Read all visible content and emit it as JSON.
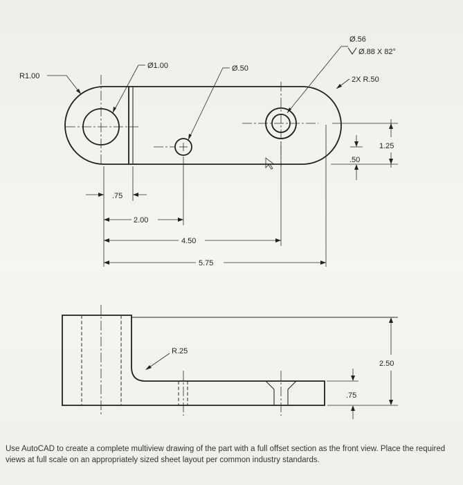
{
  "dimensions": {
    "r_left": "R1.00",
    "dia_large": "Ø1.00",
    "dia_small": "Ø.50",
    "cbore_dia": "Ø.56",
    "csink_note": "Ø.88 X 82°",
    "radius_right": "2X R.50",
    "height_right": "1.25",
    "offset_50": ".50",
    "offset_75": ".75",
    "d_200": "2.00",
    "d_450": "4.50",
    "d_575": "5.75",
    "r_fillet": "R.25",
    "height_front": "2.50",
    "base_75": ".75"
  },
  "instructions": "Use AutoCAD to create a complete multiview drawing of the part with a full offset section as the front view. Place the required views at full scale on an appropriately sized sheet layout per common industry standards."
}
